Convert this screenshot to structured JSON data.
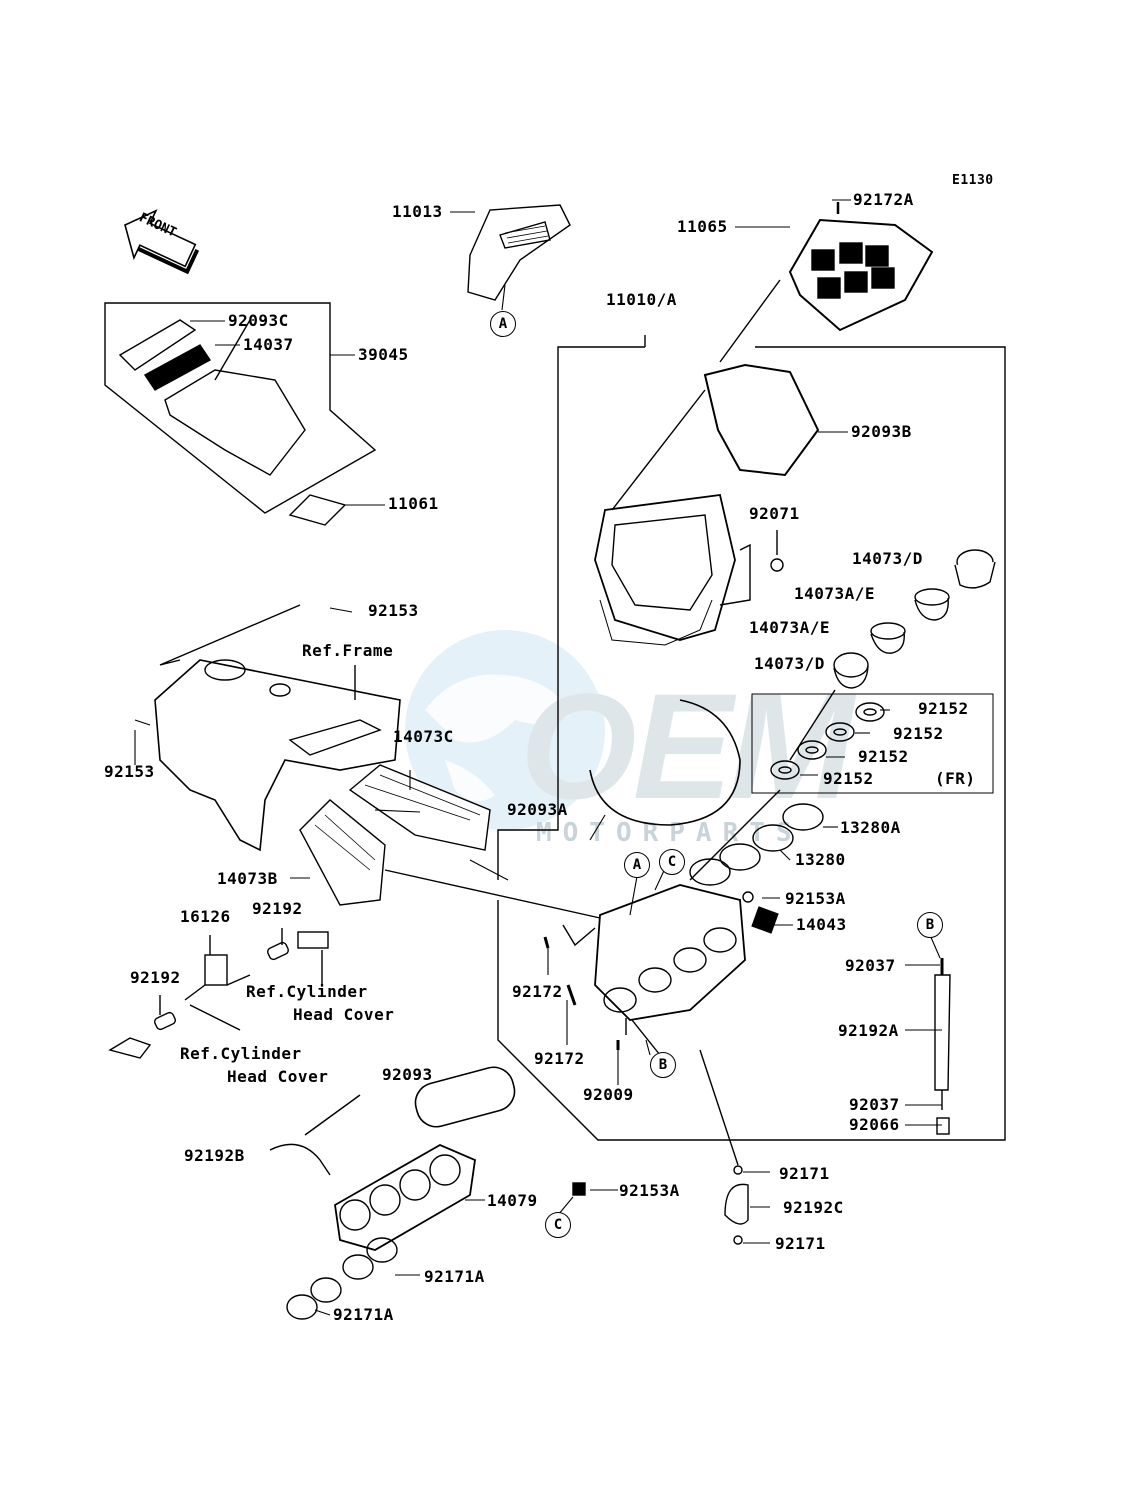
{
  "diagram_code": "E1130",
  "front_label": "FRONT",
  "fr_note": "(FR)",
  "watermark": {
    "logo": "OEM",
    "text": "MOTORPARTS"
  },
  "parts": {
    "p92172A": "92172A",
    "p11013": "11013",
    "p11065": "11065",
    "p11010A": "11010/A",
    "p92093C": "92093C",
    "p14037": "14037",
    "p39045": "39045",
    "p92093B": "92093B",
    "p11061": "11061",
    "p92071": "92071",
    "p14073D_1": "14073/D",
    "p14073AE_1": "14073A/E",
    "p14073AE_2": "14073A/E",
    "p92153_top": "92153",
    "p14073D_2": "14073/D",
    "p92152_1": "92152",
    "p92152_2": "92152",
    "p92153_left": "92153",
    "p92152_3": "92152",
    "p14073C": "14073C",
    "p92152_4": "92152",
    "p92093A": "92093A",
    "p13280A": "13280A",
    "p13280": "13280",
    "p14073B": "14073B",
    "p92153A_1": "92153A",
    "p16126": "16126",
    "p92192_1": "92192",
    "p14043": "14043",
    "p92037_1": "92037",
    "p92192_2": "92192",
    "p92172_1": "92172",
    "p92192A": "92192A",
    "p92172_2": "92172",
    "p92093": "92093",
    "p92009": "92009",
    "p92037_2": "92037",
    "p92066": "92066",
    "p92192B": "92192B",
    "p92171_1": "92171",
    "p14079": "14079",
    "p92153A_2": "92153A",
    "p92192C": "92192C",
    "p92171_2": "92171",
    "p92171A_1": "92171A",
    "p92171A_2": "92171A"
  },
  "references": {
    "frame": "Ref.Frame",
    "cyl1_a": "Ref.Cylinder",
    "cyl1_b": "Head Cover",
    "cyl2_a": "Ref.Cylinder",
    "cyl2_b": "Head Cover"
  },
  "markers": {
    "A": "A",
    "B": "B",
    "C": "C"
  }
}
